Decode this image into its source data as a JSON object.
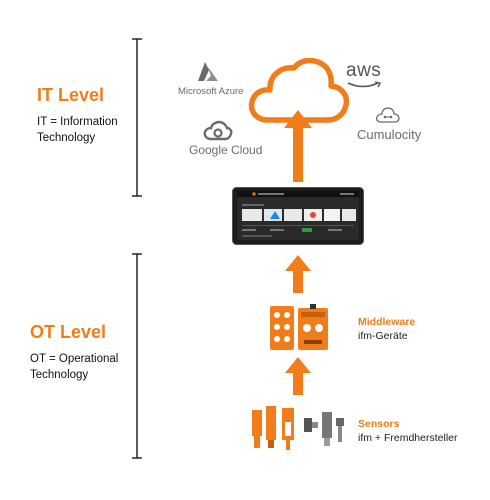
{
  "colors": {
    "accent": "#f07d1a",
    "bracket": "#1a1a1a",
    "brand_gray": "#6b6b6b"
  },
  "it_level": {
    "title": "IT Level",
    "desc_line1": "IT = Information",
    "desc_line2": "Technology"
  },
  "ot_level": {
    "title": "OT Level",
    "desc_line1": "OT = Operational",
    "desc_line2": "Technology"
  },
  "clouds": {
    "azure": "Microsoft Azure",
    "aws": "aws",
    "google": "Google Cloud",
    "cumulocity": "Cumulocity"
  },
  "middleware": {
    "title": "Middleware",
    "desc": "ifm-Geräte"
  },
  "sensors": {
    "title": "Sensors",
    "desc": "ifm + Fremdhersteller"
  },
  "icons": [
    "cloud-icon",
    "azure-logo-icon",
    "aws-logo-icon",
    "google-cloud-logo-icon",
    "cumulocity-logo-icon",
    "up-arrow-icon",
    "tablet-dashboard-icon",
    "io-link-master-icon",
    "sensor-icon"
  ]
}
